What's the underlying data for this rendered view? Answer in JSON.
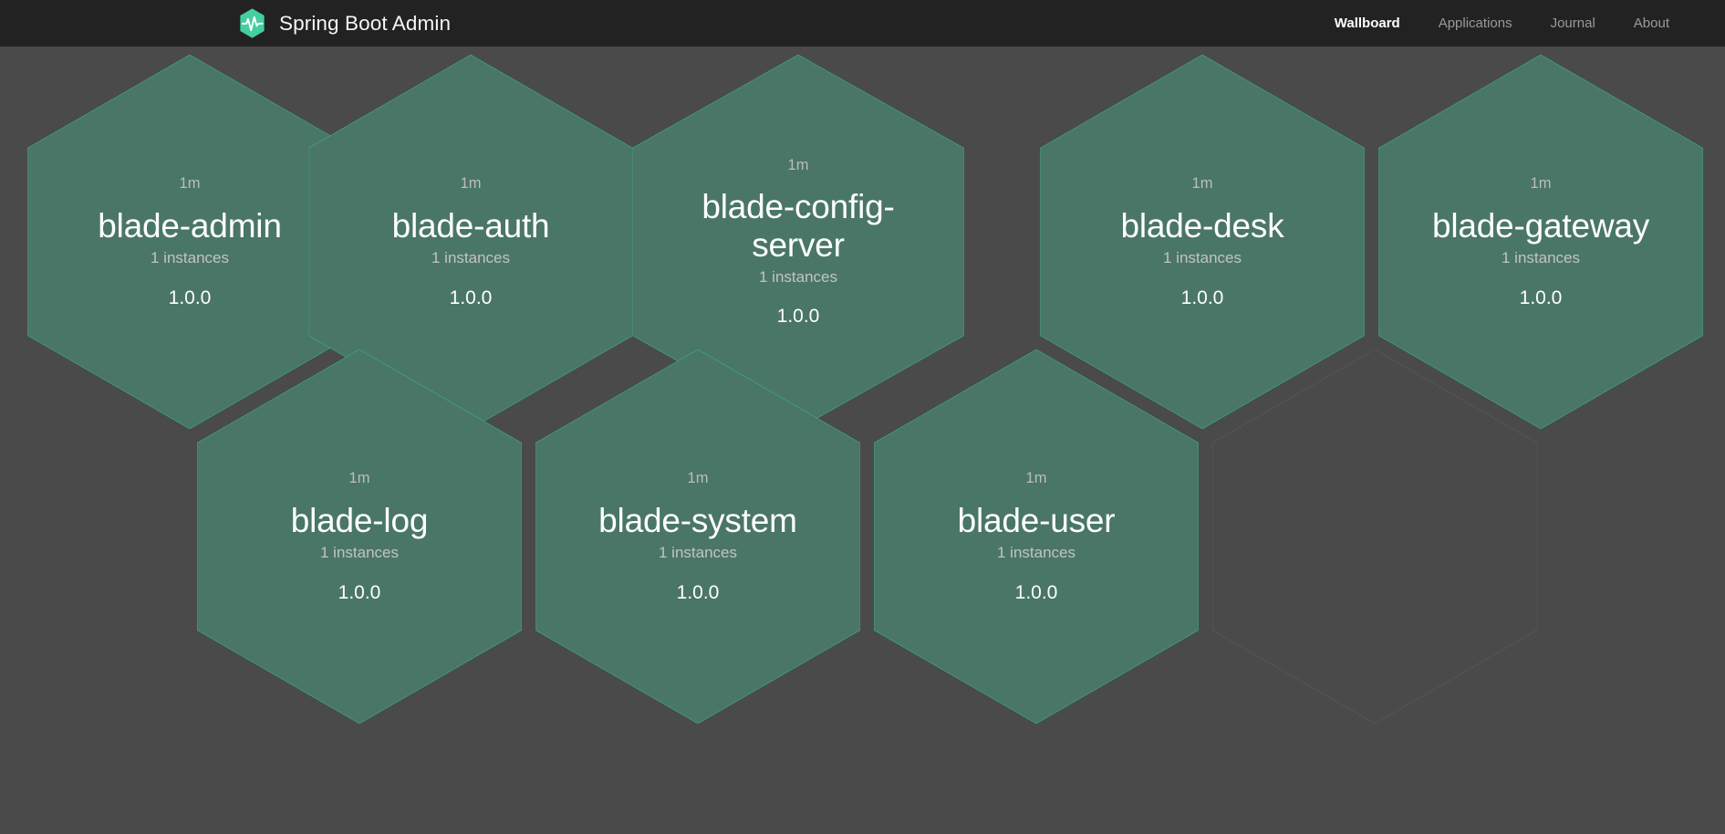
{
  "app": {
    "title": "Spring Boot Admin",
    "logo_icon": "heartbeat-hexagon-icon",
    "accent_color": "#34b988",
    "header_bg": "#222222",
    "page_bg": "#4a4a4a",
    "hex_fill": "#4a7667",
    "hex_border": "#34b988",
    "placeholder_border": "#555555"
  },
  "nav": {
    "links": [
      {
        "label": "Wallboard",
        "active": true
      },
      {
        "label": "Applications",
        "active": false
      },
      {
        "label": "Journal",
        "active": false
      },
      {
        "label": "About",
        "active": false
      }
    ]
  },
  "wallboard": {
    "rows": [
      {
        "row": 1,
        "applications": [
          {
            "status": "1m",
            "name": "blade-admin",
            "instances": "1 instances",
            "version": "1.0.0",
            "state": "up"
          },
          {
            "status": "1m",
            "name": "blade-auth",
            "instances": "1 instances",
            "version": "1.0.0",
            "state": "up"
          },
          {
            "status": "1m",
            "name": "blade-config-server",
            "instances": "1 instances",
            "version": "1.0.0",
            "state": "up"
          },
          {
            "status": "1m",
            "name": "blade-desk",
            "instances": "1 instances",
            "version": "1.0.0",
            "state": "up"
          },
          {
            "status": "1m",
            "name": "blade-gateway",
            "instances": "1 instances",
            "version": "1.0.0",
            "state": "up"
          }
        ]
      },
      {
        "row": 2,
        "applications": [
          {
            "status": "1m",
            "name": "blade-log",
            "instances": "1 instances",
            "version": "1.0.0",
            "state": "up"
          },
          {
            "status": "1m",
            "name": "blade-system",
            "instances": "1 instances",
            "version": "1.0.0",
            "state": "up"
          },
          {
            "status": "1m",
            "name": "blade-user",
            "instances": "1 instances",
            "version": "1.0.0",
            "state": "up"
          },
          {
            "status": "",
            "name": "",
            "instances": "",
            "version": "",
            "state": "empty"
          }
        ]
      }
    ]
  }
}
